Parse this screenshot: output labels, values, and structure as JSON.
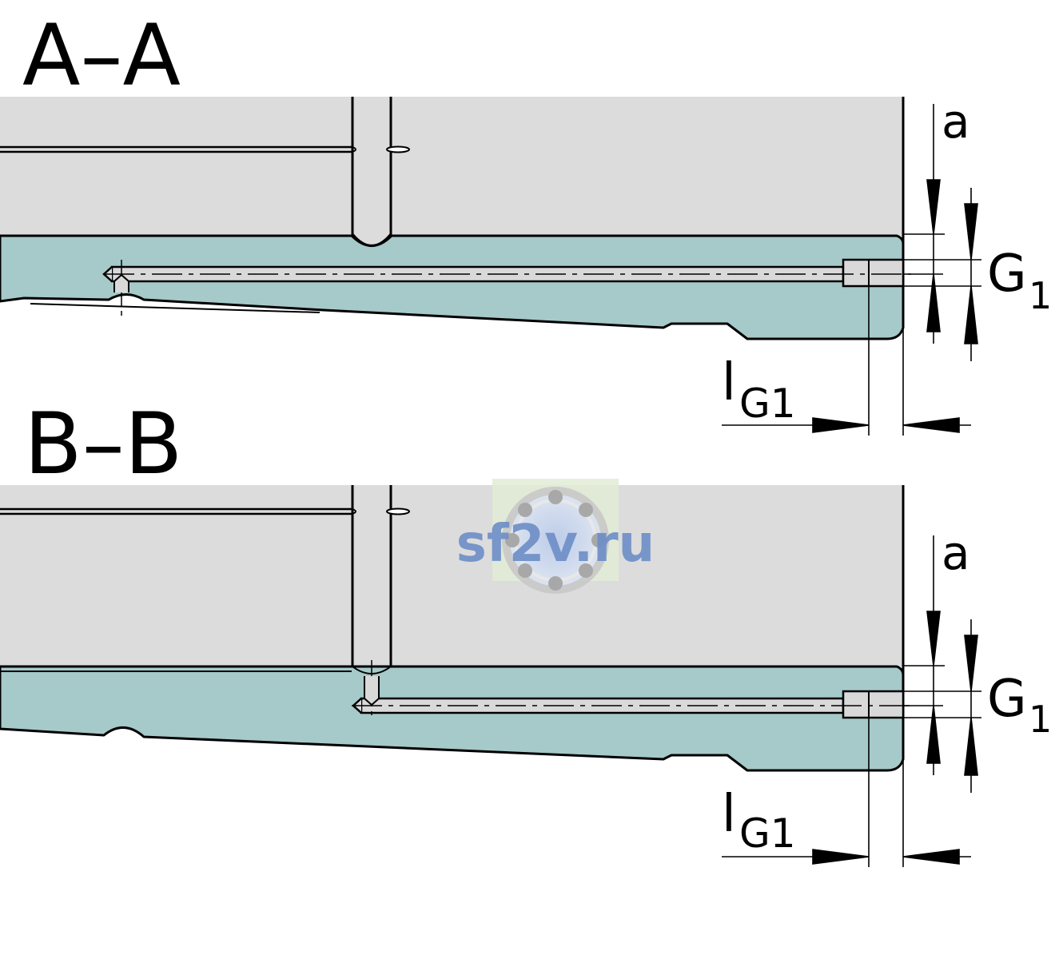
{
  "sections": [
    {
      "id": "aa",
      "title": "A–A",
      "dim_a": "a",
      "dim_g": "G",
      "dim_g_sub": "1",
      "dim_l": "l",
      "dim_l_sub": "G1"
    },
    {
      "id": "bb",
      "title": "B–B",
      "dim_a": "a",
      "dim_g": "G",
      "dim_g_sub": "1",
      "dim_l": "l",
      "dim_l_sub": "G1"
    }
  ],
  "watermark": {
    "text": "sf2v.ru"
  },
  "colors": {
    "upper_part": "#dcdcdc",
    "lower_part": "#a6c9c9",
    "bore": "#d9d9d9",
    "outline": "#000000",
    "watermark_text": "#6f8fc8",
    "watermark_bg": "#e2ecd6"
  }
}
